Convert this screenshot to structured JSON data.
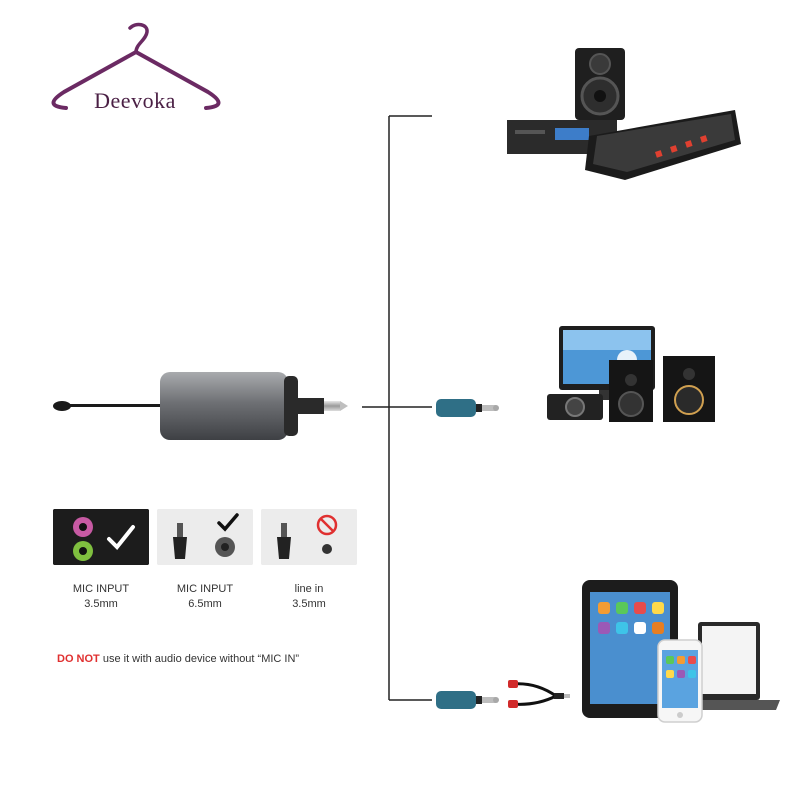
{
  "brand": {
    "name": "Deevoka",
    "color": "#6b2a63"
  },
  "compatibility": [
    {
      "label_line1": "MIC INPUT",
      "label_line2": "3.5mm",
      "status": "supported"
    },
    {
      "label_line1": "MIC INPUT",
      "label_line2": "6.5mm",
      "status": "supported"
    },
    {
      "label_line1": "line in",
      "label_line2": "3.5mm",
      "status": "not-supported"
    }
  ],
  "warning": {
    "emphasis": "DO NOT",
    "text": " use it with audio device without  “MIC IN”",
    "emphasis_color": "#e03030"
  },
  "devices": [
    "speaker-mixer-icon",
    "computer-speakers-icon",
    "tablet-phone-laptop-icon"
  ],
  "colors": {
    "connector_blue": "#2f6f86",
    "receiver_gray": "#7d7f83",
    "line": "#222222"
  }
}
